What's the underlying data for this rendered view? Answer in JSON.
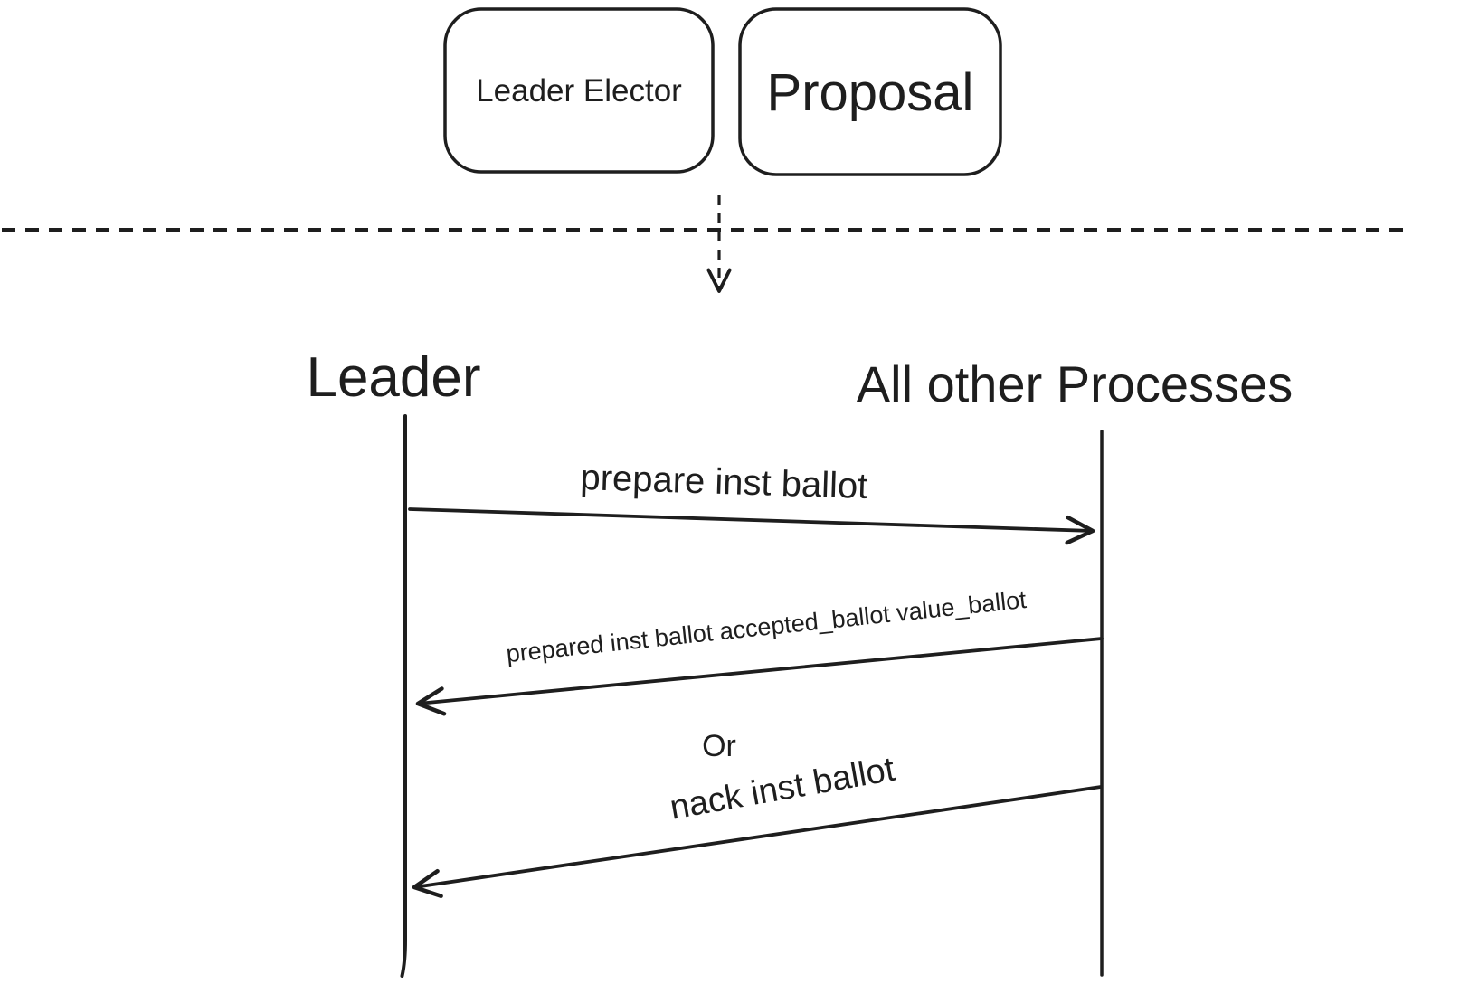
{
  "diagram": {
    "colors": {
      "stroke": "#1e1e1e",
      "background": "#ffffff"
    },
    "components": {
      "leader_elector": "Leader Elector",
      "proposal": "Proposal"
    },
    "sequence": {
      "left_lifeline": "Leader",
      "right_lifeline": "All other Processes",
      "messages": [
        {
          "label": "prepare inst ballot",
          "direction": "left-to-right"
        },
        {
          "label": "prepared inst ballot accepted_ballot value_ballot",
          "direction": "right-to-left"
        },
        {
          "label": "nack inst ballot",
          "direction": "right-to-left"
        }
      ],
      "alternative_label": "Or"
    }
  }
}
